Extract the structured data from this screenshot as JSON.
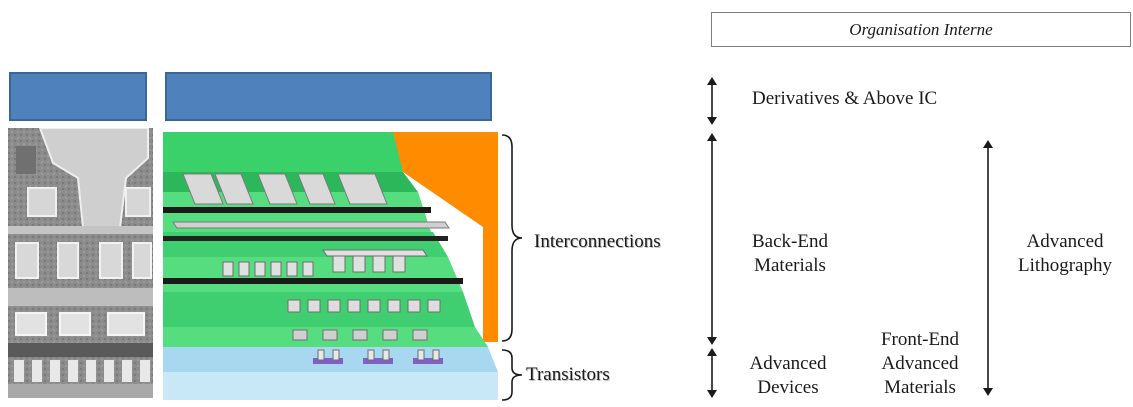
{
  "header": {
    "label": "Organisation Interne"
  },
  "layers": {
    "interconnections": "Interconnections",
    "transistors": "Transistors"
  },
  "domains": {
    "derivatives": "Derivatives & Above IC",
    "back_end": [
      "Back-End",
      "Materials"
    ],
    "advanced_devices": [
      "Advanced",
      "Devices"
    ],
    "front_end": [
      "Front-End",
      "Advanced",
      "Materials"
    ],
    "lithography": [
      "Advanced",
      "Lithography"
    ]
  },
  "colors": {
    "blue_bar": "#4f81bd",
    "green_layer": "#33cc66",
    "orange_block": "#ff8c00",
    "substrate": "#a8d8f0"
  }
}
